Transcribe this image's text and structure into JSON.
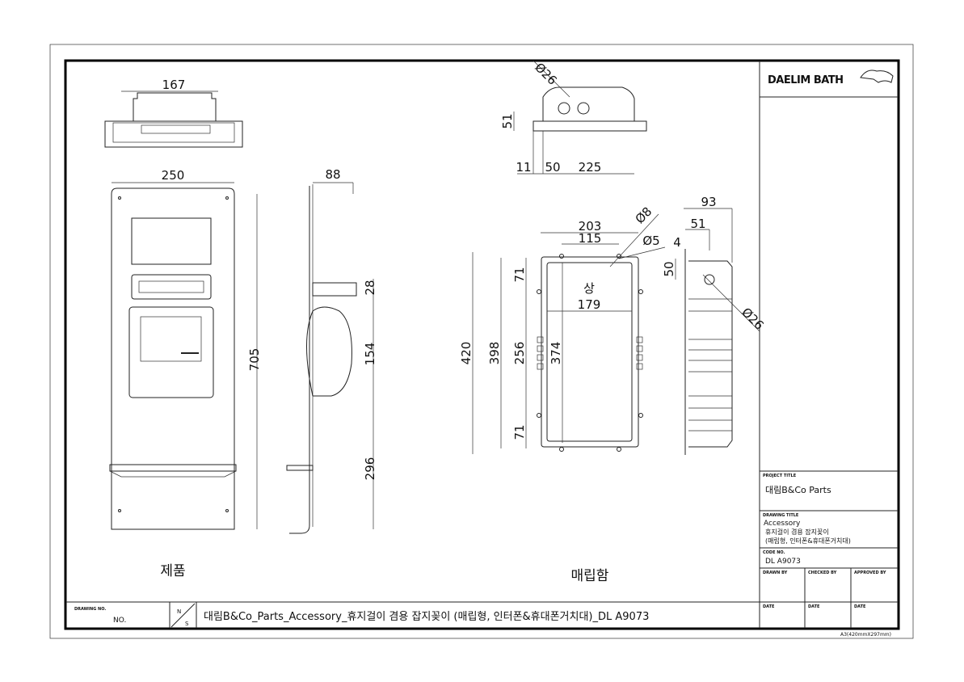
{
  "logo": {
    "text": "DAELIM BATH"
  },
  "views": {
    "product": {
      "label": "제품",
      "dims": {
        "top_width": "167",
        "width": "250",
        "height": "705",
        "side_depth": "88",
        "d28": "28",
        "d154": "154",
        "d296": "296"
      }
    },
    "box": {
      "label": "매립함",
      "dims": {
        "dia26_top": "Ø26",
        "h51": "51",
        "w11": "11",
        "w50": "50",
        "w225": "225",
        "w203": "203",
        "w115": "115",
        "dia8": "Ø8",
        "dia5": "Ø5",
        "w179": "179",
        "up_mark": "상",
        "h420": "420",
        "h398": "398",
        "h256": "256",
        "h374": "374",
        "h71a": "71",
        "h71b": "71",
        "d93": "93",
        "d51": "51",
        "d4": "4",
        "h50": "50",
        "dia26_side": "Ø26"
      }
    }
  },
  "title_block": {
    "project_title_label": "PROJECT TITLE",
    "project_title": "대림B&Co Parts",
    "drawing_title_label": "DRAWING TITLE",
    "drawing_title_lines": [
      "Accessory",
      "휴지걸이 겸용 잡지꽂이",
      "(매립형, 인터폰&휴대폰거치대)"
    ],
    "code_label": "CODE NO.",
    "code": "DL A9073",
    "drawn_by": "DRAWN BY",
    "checked_by": "CHECKED BY",
    "approved_by": "APPROVED BY",
    "date1": "DATE",
    "date2": "DATE",
    "date3": "DATE",
    "sheet_size": "A3(420mmX297mm)"
  },
  "bottom_strip": {
    "drawing_no_label": "DRAWING NO.",
    "drawing_no": "NO.",
    "scale_n": "N",
    "scale_s": "S",
    "file_name": "대림B&Co_Parts_Accessory_휴지걸이 겸용 잡지꽂이 (매립형, 인터폰&휴대폰거치대)_DL A9073"
  }
}
